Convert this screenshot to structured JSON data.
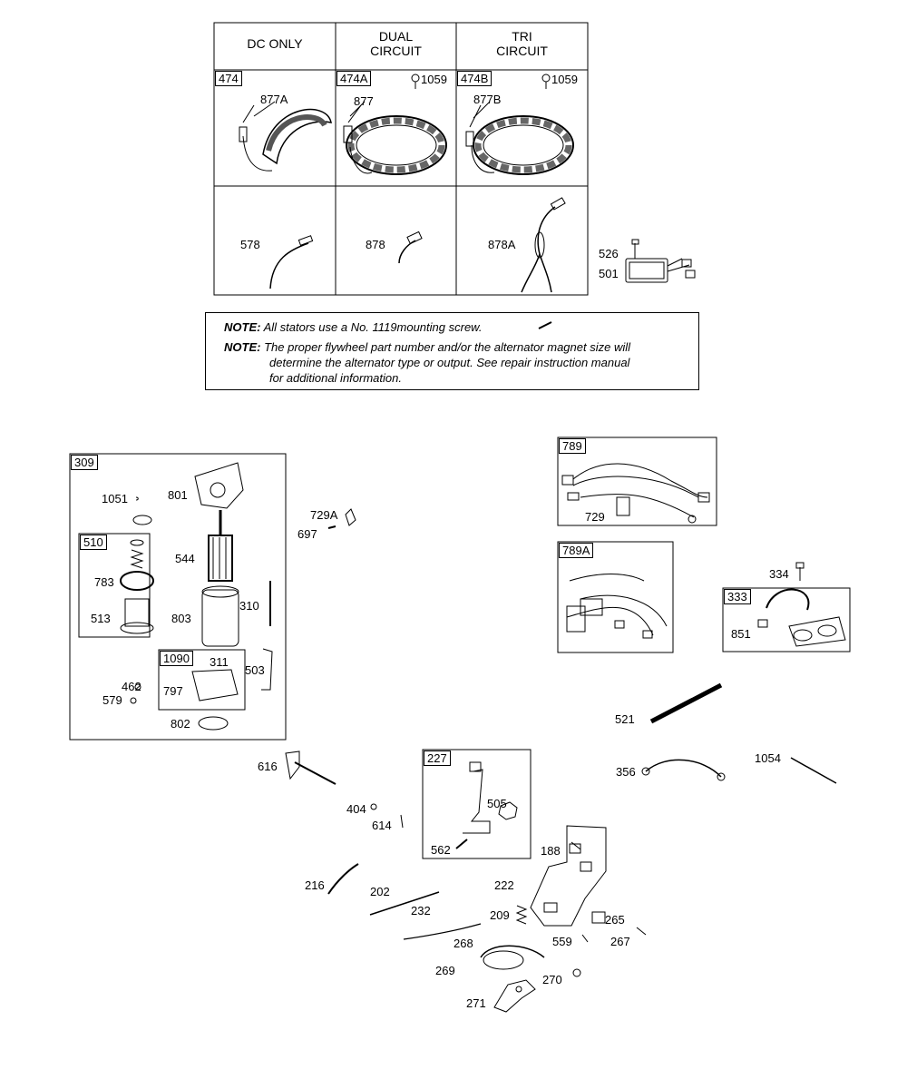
{
  "stator_table": {
    "headers": [
      "DC ONLY",
      "DUAL\nCIRCUIT",
      "TRI\nCIRCUIT"
    ],
    "cells": {
      "col1_tag": "474",
      "col2_tag": "474A",
      "col3_tag": "474B",
      "col2_screw": "1059",
      "col3_screw": "1059",
      "col1_part": "877A",
      "col2_part": "877",
      "col3_part": "877B",
      "row2_col1": "578",
      "row2_col2": "878",
      "row2_col3": "878A"
    }
  },
  "regulator": {
    "screw": "526",
    "body": "501"
  },
  "note": {
    "label1": "NOTE:",
    "text1": "All stators use a No. 1119mounting screw.",
    "label2": "NOTE:",
    "text2_line1": "The proper flywheel part number and/or the alternator magnet size will",
    "text2_line2": "determine the alternator type or output. See repair instruction manual",
    "text2_line3": "for additional information."
  },
  "starter": {
    "tag": "309",
    "sub_tag_drive": "510",
    "sub_tag_solenoid": "1090",
    "parts": {
      "p1051": "1051",
      "p801": "801",
      "p544": "544",
      "p783": "783",
      "p513": "513",
      "p803": "803",
      "p310": "310",
      "p311": "311",
      "p797": "797",
      "p462": "462",
      "p579": "579",
      "p503": "503",
      "p802": "802"
    }
  },
  "misc": {
    "p729A": "729A",
    "p697": "697",
    "p616": "616",
    "p404": "404",
    "p614": "614",
    "p216": "216",
    "p202": "202",
    "p232": "232",
    "p222": "222",
    "p209": "209",
    "p188": "188",
    "p265": "265",
    "p559": "559",
    "p267": "267",
    "p268": "268",
    "p269": "269",
    "p270": "270",
    "p271": "271",
    "p521": "521",
    "p356": "356",
    "p1054": "1054",
    "p334": "334",
    "p851": "851"
  },
  "harness": {
    "tag789": "789",
    "p729": "729",
    "tag789A": "789A"
  },
  "ignition": {
    "tag": "333"
  },
  "control": {
    "tag": "227",
    "p505": "505",
    "p562": "562"
  }
}
